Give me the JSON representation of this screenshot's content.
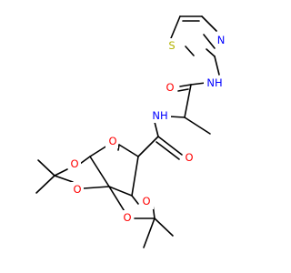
{
  "molecule": {
    "atom_colors": {
      "O": "#ff0000",
      "N": "#0000ff",
      "S": "#b2b200"
    },
    "atoms": [
      {
        "id": "S1",
        "symbol": "S"
      },
      {
        "id": "N1",
        "symbol": "N"
      },
      {
        "id": "N2",
        "symbol": "NH"
      },
      {
        "id": "O1",
        "symbol": "O"
      },
      {
        "id": "N3",
        "symbol": "NH"
      },
      {
        "id": "O2",
        "symbol": "O"
      },
      {
        "id": "O3",
        "symbol": "O"
      },
      {
        "id": "O4",
        "symbol": "O"
      },
      {
        "id": "O5",
        "symbol": "O"
      },
      {
        "id": "O6",
        "symbol": "O"
      },
      {
        "id": "O7",
        "symbol": "O"
      }
    ]
  }
}
